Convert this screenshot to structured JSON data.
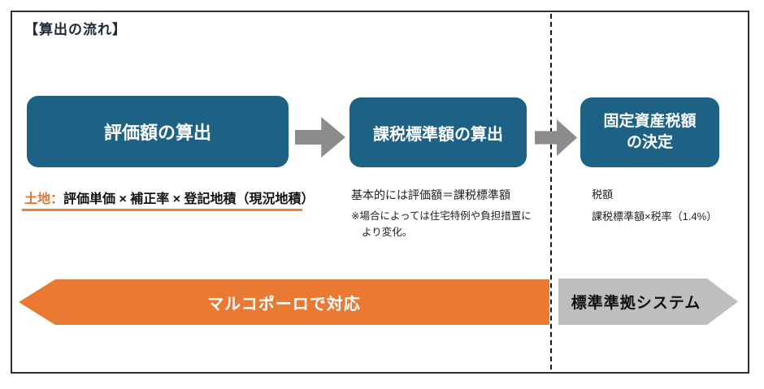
{
  "page": {
    "title": "【算出の流れ】"
  },
  "flow": {
    "steps": [
      {
        "label": "評価額の算出"
      },
      {
        "label": "課税標準額の算出"
      },
      {
        "label": "固定資産税額\nの決定"
      }
    ]
  },
  "notes": {
    "step1": {
      "prefix": "土地：",
      "formula": "評価単価 × 補正率 × 登記地積（現況地積）"
    },
    "step2": {
      "line1": "基本的には評価額＝課税標準額",
      "line2": "※場合によっては住宅特例や負担措置に",
      "line3": "より変化。"
    },
    "step3": {
      "line1": "税額",
      "line2": "課税標準額×税率（1.4%）"
    }
  },
  "banners": {
    "coverage": {
      "label": "マルコポーロで対応"
    },
    "external": {
      "label": "標準準拠システム"
    }
  },
  "colors": {
    "step_box": "#1D6285",
    "coverage_banner": "#EA7A33",
    "external_banner": "#BEBEBE",
    "flow_arrow": "#8C8C8C",
    "land_label": "#DD7733",
    "underline": "#E8823C"
  }
}
